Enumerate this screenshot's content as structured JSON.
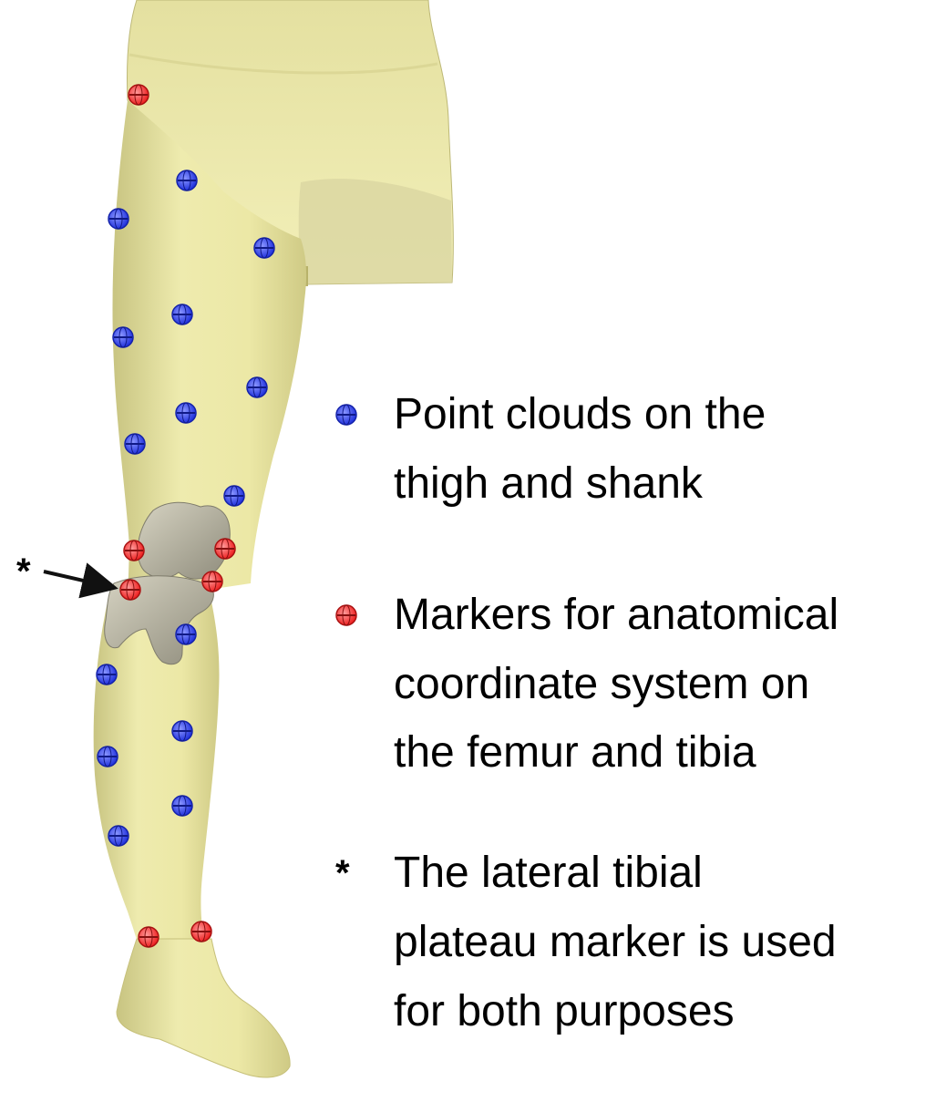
{
  "colors": {
    "skin": "#ede9a8",
    "skin_shadow": "#c9c47a",
    "bone": "#bdbaa7",
    "blue_marker": "#2233dd",
    "red_marker": "#ee2222",
    "text": "#000000"
  },
  "legend": {
    "point_clouds": {
      "symbol": "blue-marker-icon",
      "lines": [
        "Point clouds on the",
        "thigh and shank"
      ]
    },
    "markers": {
      "symbol": "red-marker-icon",
      "lines": [
        "Markers for anatomical",
        "coordinate system on",
        "the femur and tibia"
      ]
    },
    "asterisk": {
      "symbol": "*",
      "lines": [
        "The lateral tibial",
        "plateau marker is used",
        "for both purposes"
      ]
    }
  },
  "callout_symbol": "*"
}
